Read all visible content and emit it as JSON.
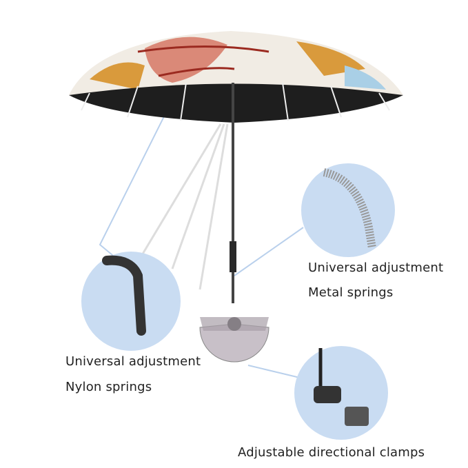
{
  "colors": {
    "callout_circle": "#c9dcf2",
    "canopy_inner": "#1e1e1e",
    "text": "#222222"
  },
  "callouts": {
    "metal": {
      "line1": "Universal adjustment",
      "line2": "Metal springs"
    },
    "nylon": {
      "line1": "Universal adjustment",
      "line2": "Nylon springs"
    },
    "clamp": {
      "line1": "Adjustable directional clamps"
    }
  }
}
